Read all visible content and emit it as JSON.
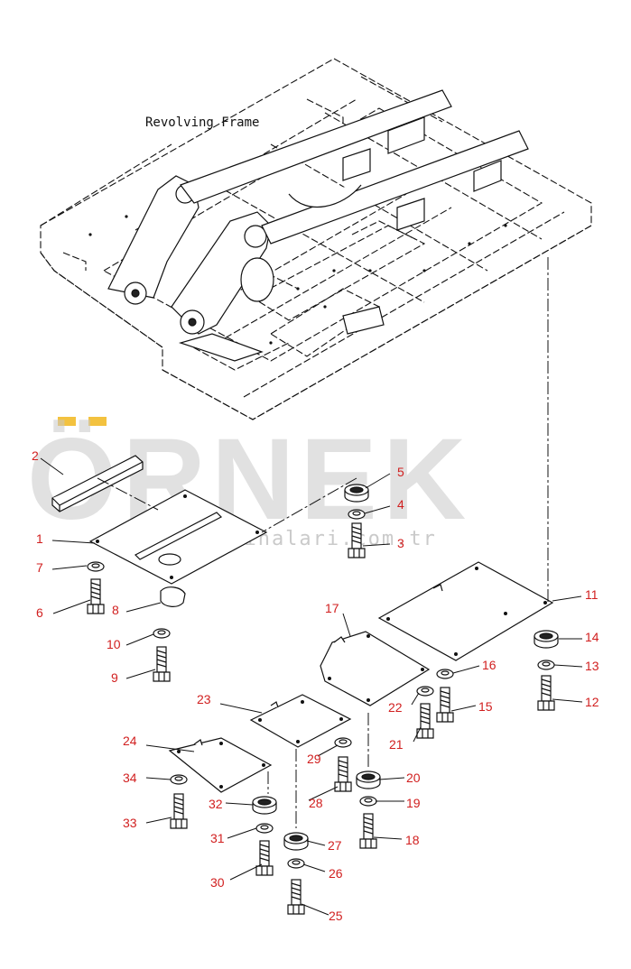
{
  "diagram": {
    "title": "Revolving Frame"
  },
  "watermark": {
    "brand": "ÖRNEK",
    "url": "ornekismakinalari.com.tr",
    "dot_color": "#f3c23f",
    "text_color": "#c9c9c9"
  },
  "callouts": [
    {
      "id": "1",
      "label": "1"
    },
    {
      "id": "2",
      "label": "2"
    },
    {
      "id": "3",
      "label": "3"
    },
    {
      "id": "4",
      "label": "4"
    },
    {
      "id": "5",
      "label": "5"
    },
    {
      "id": "6",
      "label": "6"
    },
    {
      "id": "7",
      "label": "7"
    },
    {
      "id": "8",
      "label": "8"
    },
    {
      "id": "9",
      "label": "9"
    },
    {
      "id": "10",
      "label": "10"
    },
    {
      "id": "11",
      "label": "11"
    },
    {
      "id": "12",
      "label": "12"
    },
    {
      "id": "13",
      "label": "13"
    },
    {
      "id": "14",
      "label": "14"
    },
    {
      "id": "15",
      "label": "15"
    },
    {
      "id": "16",
      "label": "16"
    },
    {
      "id": "17",
      "label": "17"
    },
    {
      "id": "18",
      "label": "18"
    },
    {
      "id": "19",
      "label": "19"
    },
    {
      "id": "20",
      "label": "20"
    },
    {
      "id": "21",
      "label": "21"
    },
    {
      "id": "22",
      "label": "22"
    },
    {
      "id": "23",
      "label": "23"
    },
    {
      "id": "24",
      "label": "24"
    },
    {
      "id": "25",
      "label": "25"
    },
    {
      "id": "26",
      "label": "26"
    },
    {
      "id": "27",
      "label": "27"
    },
    {
      "id": "28",
      "label": "28"
    },
    {
      "id": "29",
      "label": "29"
    },
    {
      "id": "30",
      "label": "30"
    },
    {
      "id": "31",
      "label": "31"
    },
    {
      "id": "32",
      "label": "32"
    },
    {
      "id": "33",
      "label": "33"
    },
    {
      "id": "34",
      "label": "34"
    }
  ],
  "colors": {
    "line": "#111111",
    "callout_text": "#d11f1f"
  }
}
